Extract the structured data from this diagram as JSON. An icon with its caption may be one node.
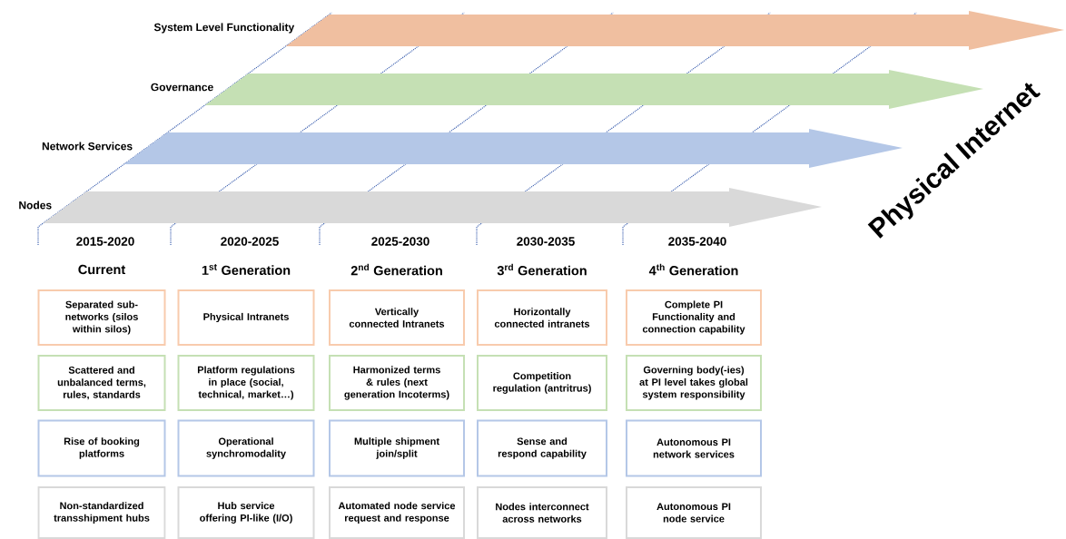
{
  "diagram": {
    "nodes": [
      {
        "text": [
          "System Level Functionality"
        ]
      },
      {
        "text": [
          "Governance"
        ]
      },
      {
        "text": [
          "Network Services"
        ]
      },
      {
        "text": [
          "Nodes"
        ]
      },
      {
        "text": [
          "Separated sub-networks (silos within silos)"
        ]
      },
      {
        "text": [
          "Physical Intranets"
        ]
      },
      {
        "text": [
          "Vertically connected Intranets"
        ]
      },
      {
        "text": [
          "Horizontally connected intranets"
        ]
      },
      {
        "text": [
          "Complete PI Functionality and connection capability"
        ]
      },
      {
        "text": [
          "Scattered and unbalanced terms, rules, standards"
        ]
      },
      {
        "text": [
          "Platform regulations in place (social, technical, market…)"
        ]
      },
      {
        "text": [
          "Harmonized terms & rules (next generation Incoterms)"
        ]
      },
      {
        "text": [
          "Competition regulation (antritrus)"
        ]
      },
      {
        "text": [
          "Governing body(-ies) at PI level takes global system responsibility"
        ]
      },
      {
        "text": [
          "Rise of booking platforms"
        ]
      },
      {
        "text": [
          "Operational synchromodality"
        ]
      },
      {
        "text": [
          "Multiple shipment join/split"
        ]
      },
      {
        "text": [
          "Sense and respond capability"
        ]
      },
      {
        "text": [
          "Autonomous PI network services"
        ]
      },
      {
        "text": [
          "Non-standardized transshipment hubs"
        ]
      },
      {
        "text": [
          "Hub service offering PI-like (I/O)"
        ]
      },
      {
        "text": [
          "Automated node service request and response"
        ]
      },
      {
        "text": [
          "Nodes interconnect across networks"
        ]
      },
      {
        "text": [
          "Autonomous PI node service"
        ]
      }
    ],
    "labels": [
      "2015-2020",
      "2020-2025",
      "2025-2030",
      "2030-2035",
      "2035-2040",
      "Current",
      "1$^{st}$ Generation",
      "2$^{nd}$ Generation",
      "3$^{rd}$ Generation",
      "4$^{th}$ Generation",
      "Physical Internet"
    ]
  }
}
